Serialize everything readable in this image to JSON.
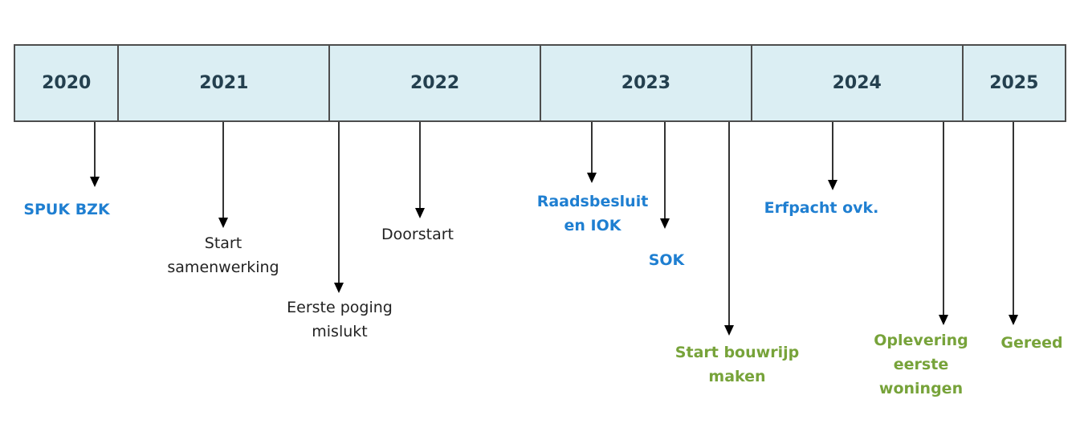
{
  "years": [
    {
      "label": "2020"
    },
    {
      "label": "2021"
    },
    {
      "label": "2022"
    },
    {
      "label": "2023"
    },
    {
      "label": "2024"
    },
    {
      "label": "2025"
    }
  ],
  "events": [
    {
      "id": "spuk-bzk",
      "text": "SPUK BZK",
      "style": "blue"
    },
    {
      "id": "start-samenwerking",
      "text": "Start\nsamenwerking",
      "style": "dark"
    },
    {
      "id": "eerste-poging-mislukt",
      "text": "Eerste poging\nmislukt",
      "style": "dark"
    },
    {
      "id": "doorstart",
      "text": "Doorstart",
      "style": "dark"
    },
    {
      "id": "raadsbesluit-en-iok",
      "text": "Raadsbesluit\nen IOK",
      "style": "blue"
    },
    {
      "id": "sok",
      "text": "SOK",
      "style": "blue"
    },
    {
      "id": "start-bouwrijp-maken",
      "text": "Start bouwrijp\nmaken",
      "style": "green"
    },
    {
      "id": "erfpacht-ovk",
      "text": "Erfpacht ovk.",
      "style": "blue"
    },
    {
      "id": "oplevering-eerste-woningen",
      "text": "Oplevering\neerste\nwoningen",
      "style": "green"
    },
    {
      "id": "gereed",
      "text": "Gereed",
      "style": "green"
    }
  ],
  "colors": {
    "cell_fill": "#dbeef3",
    "cell_border": "#4d4d4d",
    "year_text": "#24404f",
    "blue": "#1f7fd1",
    "dark": "#222222",
    "green": "#77a33a"
  }
}
